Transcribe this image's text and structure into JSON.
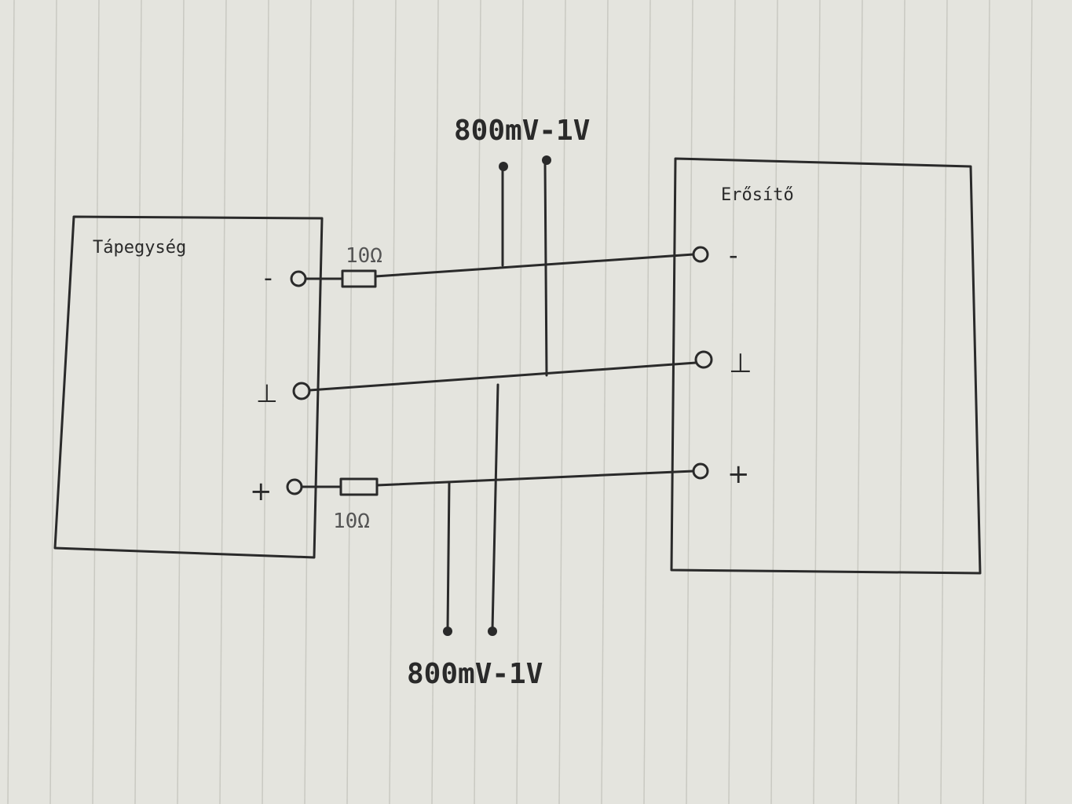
{
  "diagram": {
    "power_supply": {
      "title": "Tápegység",
      "terminals": {
        "minus": "-",
        "ground": "⊥",
        "plus": "+"
      }
    },
    "amplifier": {
      "title": "Erősítő",
      "terminals": {
        "minus": "-",
        "ground": "⊥",
        "plus": "+"
      }
    },
    "resistors": {
      "top": "10Ω",
      "bottom": "10Ω"
    },
    "measurements": {
      "top": "800mV-1V",
      "bottom": "800mV-1V"
    }
  }
}
